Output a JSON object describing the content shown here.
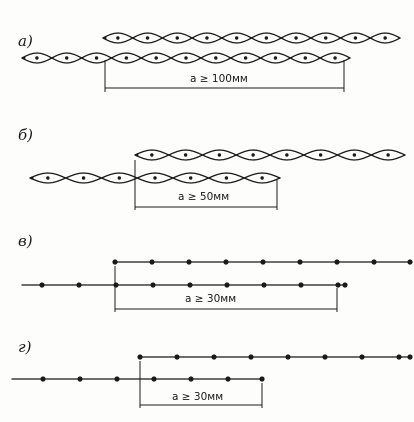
{
  "panels": [
    {
      "id": "a",
      "letter": "а)",
      "type": "braided",
      "dimension_label": "a ≥ 100мм"
    },
    {
      "id": "b",
      "letter": "б)",
      "type": "braided",
      "dimension_label": "a ≥ 50мм"
    },
    {
      "id": "v",
      "letter": "в)",
      "type": "beaded",
      "dimension_label": "a ≥ 30мм"
    },
    {
      "id": "g",
      "letter": "г)",
      "type": "beaded",
      "dimension_label": "a ≥ 30мм"
    }
  ]
}
